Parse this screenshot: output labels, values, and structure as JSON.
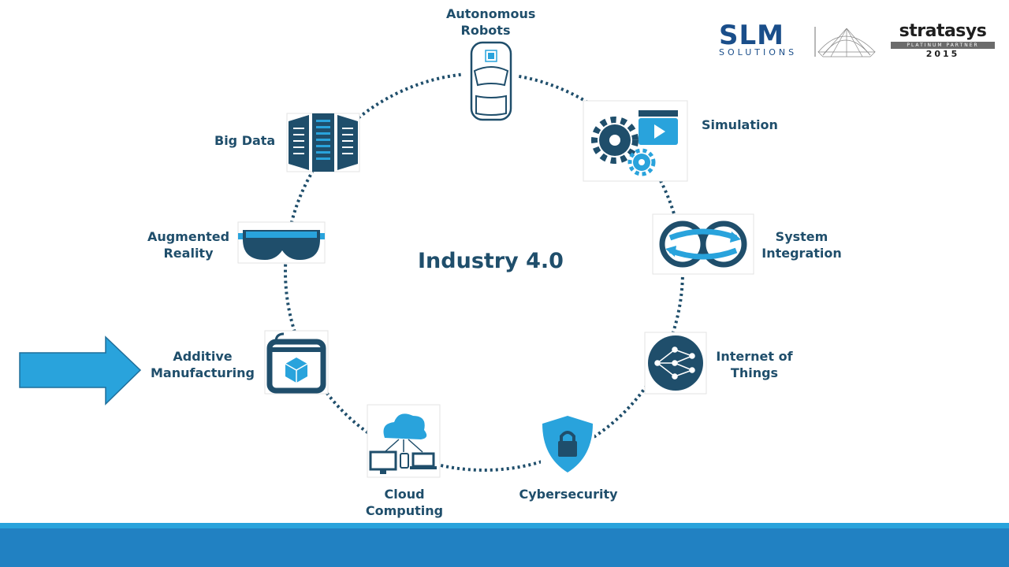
{
  "title": "Industry 4.0",
  "nodes": {
    "autonomous_robots": "Autonomous\nRobots",
    "simulation": "Simulation",
    "system_integration": "System\nIntegration",
    "internet_of_things": "Internet of\nThings",
    "cybersecurity": "Cybersecurity",
    "cloud_computing": "Cloud\nComputing",
    "additive_manufacturing": "Additive\nManufacturing",
    "augmented_reality": "Augmented\nReality",
    "big_data": "Big Data"
  },
  "logos": {
    "slm_name": "SLM",
    "slm_sub": "SOLUTIONS",
    "stratasys_name": "stratasys",
    "stratasys_partner": "PLATINUM PARTNER",
    "stratasys_year": "2015"
  },
  "colors": {
    "icon_dark": "#1f4e6b",
    "icon_light": "#29a3dc",
    "arrow": "#29a3dc",
    "bar": "#2181c2"
  },
  "icons": [
    "car-icon",
    "clapper-gear-icon",
    "link-arrows-icon",
    "network-globe-icon",
    "shield-lock-icon",
    "cloud-devices-icon",
    "3d-printer-icon",
    "vr-headset-icon",
    "server-rack-icon",
    "right-arrow-icon"
  ]
}
